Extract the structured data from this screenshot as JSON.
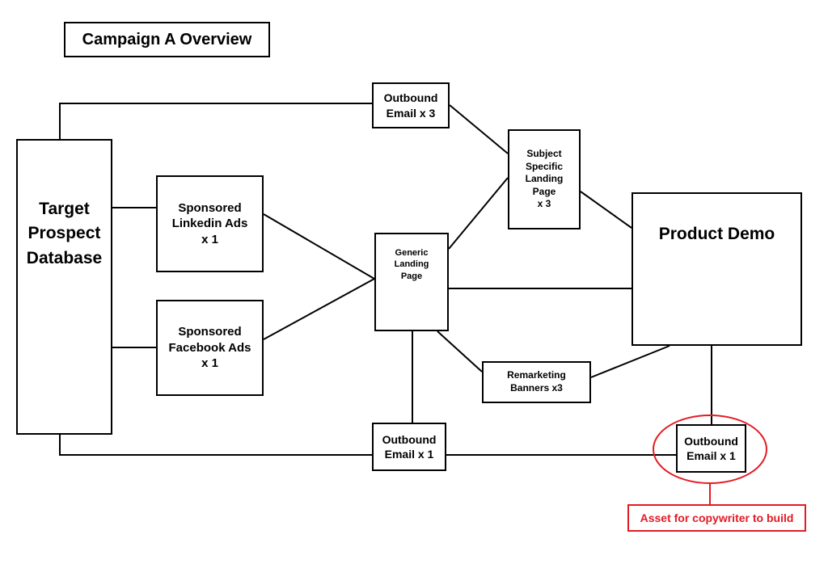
{
  "diagram": {
    "title": "Campaign A Overview",
    "nodes": {
      "target_prospect_database": "Target\nProspect\nDatabase",
      "sponsored_linkedin_ads": "Sponsored\nLinkedin Ads\nx 1",
      "sponsored_facebook_ads": "Sponsored\nFacebook Ads\nx  1",
      "outbound_email_top": "Outbound\nEmail x 3",
      "subject_specific_landing_page": "Subject\nSpecific\nLanding\nPage\nx 3",
      "generic_landing_page": "Generic\nLanding\nPage",
      "product_demo": "Product Demo",
      "remarketing_banners": "Remarketing\nBanners x3",
      "outbound_email_bottom": "Outbound\nEmail x 1",
      "outbound_email_right": "Outbound\nEmail x 1"
    },
    "annotation": {
      "label": "Asset for copywriter to build",
      "color": "#e31b23"
    }
  }
}
